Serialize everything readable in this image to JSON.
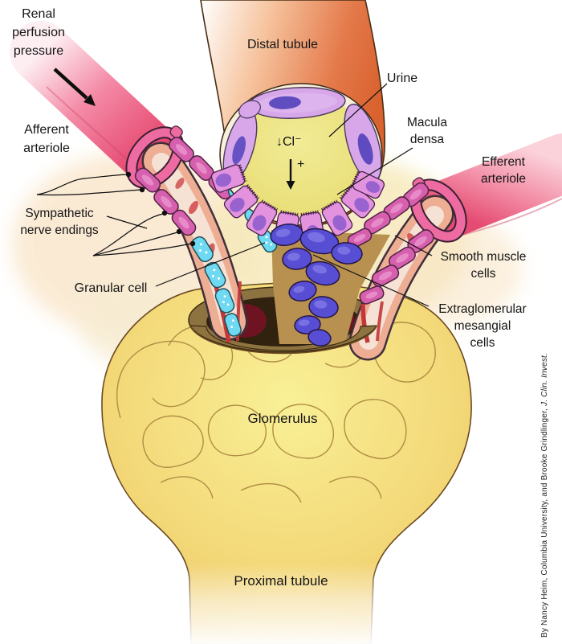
{
  "labels": {
    "renal_perfusion": {
      "lines": [
        "Renal",
        "perfusion",
        "pressure"
      ]
    },
    "afferent": {
      "lines": [
        "Afferent",
        "arteriole"
      ]
    },
    "distal": {
      "text": "Distal tubule"
    },
    "urine": {
      "text": "Urine"
    },
    "macula": {
      "lines": [
        "Macula",
        "densa"
      ]
    },
    "efferent": {
      "lines": [
        "Efferent",
        "arteriole"
      ]
    },
    "sympathetic": {
      "lines": [
        "Sympathetic",
        "nerve endings"
      ]
    },
    "granular": {
      "text": "Granular cell"
    },
    "smooth_muscle": {
      "lines": [
        "Smooth muscle",
        "cells"
      ]
    },
    "extraglomerular": {
      "lines": [
        "Extraglomerular",
        "mesangial",
        "cells"
      ]
    },
    "glomerulus": {
      "text": "Glomerulus"
    },
    "proximal": {
      "text": "Proximal tubule"
    }
  },
  "lumen": {
    "cl": "↓Cl⁻",
    "plus": "+"
  },
  "credit": {
    "by": "By Nancy Heim, Columbia University, and Brooke Grindlinger, ",
    "journal": "J. Clin. Invest."
  },
  "colors": {
    "arteriole_pink": "#e5456e",
    "arteriole_cuff": "#ee6ba2",
    "inner_wall_salmon": "#eeae94",
    "lumen_pale": "#f6e2d4",
    "smooth_muscle_magenta": "#d65fae",
    "granular_cell_cyan": "#6fd9f2",
    "distal_tubule_orange": "#dd6a38",
    "tubule_cell_lavender": "#d7a7ea",
    "nucleus_violet": "#4035b5",
    "urine_yellow": "#ede284",
    "mesangial_indigo": "#574ed4",
    "glomerulus_gold": "#eec468",
    "capsule_brown": "#8d7340",
    "capsule_dark": "#31210f",
    "blood_maroon": "#6e1322"
  }
}
